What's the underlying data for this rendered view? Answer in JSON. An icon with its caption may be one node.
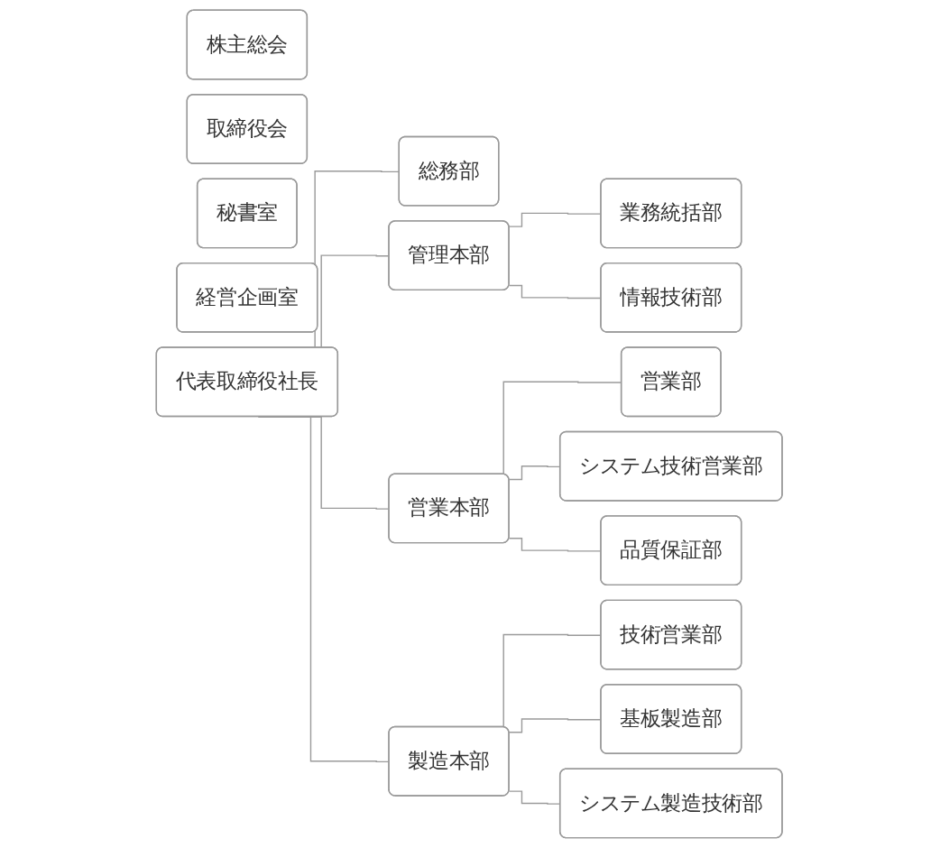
{
  "diagram": {
    "nodes": [
      {
        "text": [
          "株主総会"
        ]
      },
      {
        "text": [
          "取締役会"
        ]
      },
      {
        "text": [
          "代表取締役社長"
        ]
      },
      {
        "text": [
          "秘書室"
        ]
      },
      {
        "text": [
          "経営企画室"
        ]
      },
      {
        "text": [
          "総務部"
        ]
      },
      {
        "text": [
          "管理本部"
        ]
      },
      {
        "text": [
          "業務統括部"
        ]
      },
      {
        "text": [
          "情報技術部"
        ]
      },
      {
        "text": [
          "営業本部"
        ]
      },
      {
        "text": [
          "営業部"
        ]
      },
      {
        "text": [
          "システム技術営業部"
        ]
      },
      {
        "text": [
          "品質保証部"
        ]
      },
      {
        "text": [
          "製造本部"
        ]
      },
      {
        "text": [
          "技術営業部"
        ]
      },
      {
        "text": [
          "基板製造部"
        ]
      },
      {
        "text": [
          "システム製造技術部"
        ]
      }
    ],
    "edges": [
      {
        "from": 2,
        "to": 5,
        "arrow": "none"
      },
      {
        "from": 2,
        "to": 6,
        "arrow": "none"
      },
      {
        "from": 2,
        "to": 9,
        "arrow": "none"
      },
      {
        "from": 2,
        "to": 13,
        "arrow": "none"
      },
      {
        "from": 6,
        "to": 7,
        "arrow": "none"
      },
      {
        "from": 6,
        "to": 8,
        "arrow": "none"
      },
      {
        "from": 9,
        "to": 10,
        "arrow": "none"
      },
      {
        "from": 9,
        "to": 11,
        "arrow": "none"
      },
      {
        "from": 9,
        "to": 12,
        "arrow": "none"
      },
      {
        "from": 13,
        "to": 14,
        "arrow": "none"
      },
      {
        "from": 13,
        "to": 15,
        "arrow": "none"
      },
      {
        "from": 13,
        "to": 16,
        "arrow": "none"
      }
    ]
  }
}
